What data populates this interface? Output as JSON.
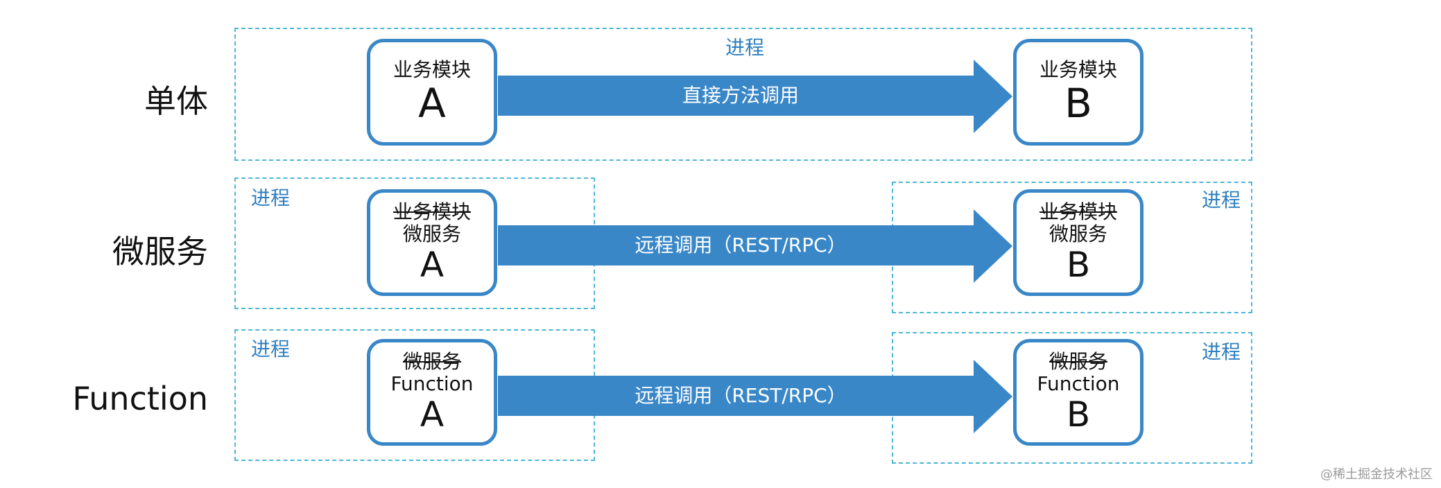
{
  "rows": [
    {
      "label": "单体",
      "process_label": "进程",
      "module_a": {
        "struck": "",
        "name": "业务模块",
        "letter": "A"
      },
      "module_b": {
        "struck": "",
        "name": "业务模块",
        "letter": "B"
      },
      "arrow_label": "直接方法调用"
    },
    {
      "label": "微服务",
      "process_label_left": "进程",
      "process_label_right": "进程",
      "module_a": {
        "struck": "业务模块",
        "name": "微服务",
        "letter": "A"
      },
      "module_b": {
        "struck": "业务模块",
        "name": "微服务",
        "letter": "B"
      },
      "arrow_label": "远程调用（REST/RPC）"
    },
    {
      "label": "Function",
      "process_label_left": "进程",
      "process_label_right": "进程",
      "module_a": {
        "struck": "微服务",
        "name": "Function",
        "letter": "A"
      },
      "module_b": {
        "struck": "微服务",
        "name": "Function",
        "letter": "B"
      },
      "arrow_label": "远程调用（REST/RPC）"
    }
  ],
  "watermark": "@稀土掘金技术社区",
  "colors": {
    "arrow": "#3a87c8",
    "dashed_border": "#4db6d8",
    "process_label": "#2f7fc0"
  }
}
